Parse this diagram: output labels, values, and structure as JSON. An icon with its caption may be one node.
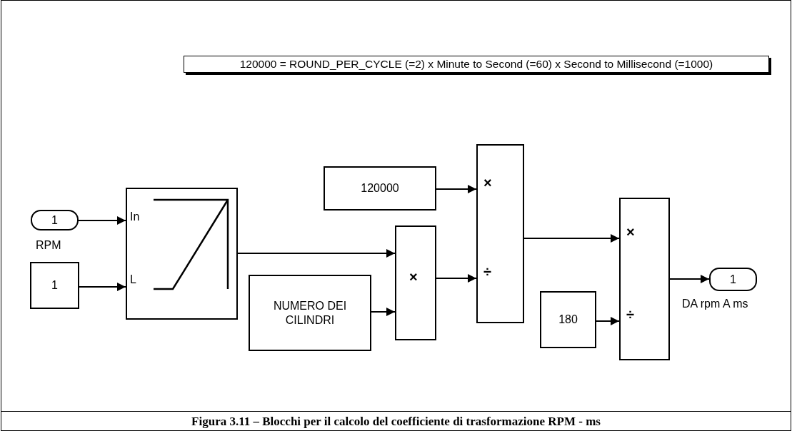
{
  "diagram": {
    "caption": "Figura 3.11 – Blocchi per il calcolo del coefficiente di trasformazione RPM - ms",
    "nodes": [
      {
        "text": [
          "120000 = ROUND_PER_CYCLE (=2) x Minute to Second (=60) x Second to Millisecond  (=1000)"
        ]
      },
      {
        "text": [
          "1"
        ],
        "beside": [
          "RPM"
        ]
      },
      {
        "text": [
          "1"
        ]
      },
      {
        "text": [
          "In",
          "L"
        ]
      },
      {
        "text": [
          "120000"
        ]
      },
      {
        "text": [
          "NUMERO DEI CILINDRI"
        ]
      },
      {
        "text": [
          "×"
        ]
      },
      {
        "text": [
          "×",
          "÷"
        ]
      },
      {
        "text": [
          "180"
        ]
      },
      {
        "text": [
          "×",
          "÷"
        ]
      },
      {
        "text": [
          "1"
        ],
        "beside": [
          "DA rpm A ms"
        ]
      }
    ],
    "edges": [
      {
        "from": 1,
        "to": 3,
        "arrow": "to"
      },
      {
        "from": 2,
        "to": 3,
        "arrow": "to"
      },
      {
        "from": 3,
        "to": 6,
        "arrow": "to"
      },
      {
        "from": 5,
        "to": 6,
        "arrow": "to"
      },
      {
        "from": 4,
        "to": 7,
        "arrow": "to"
      },
      {
        "from": 6,
        "to": 7,
        "arrow": "to"
      },
      {
        "from": 7,
        "to": 9,
        "arrow": "to"
      },
      {
        "from": 8,
        "to": 9,
        "arrow": "to"
      },
      {
        "from": 9,
        "to": 10,
        "arrow": "to"
      }
    ]
  }
}
